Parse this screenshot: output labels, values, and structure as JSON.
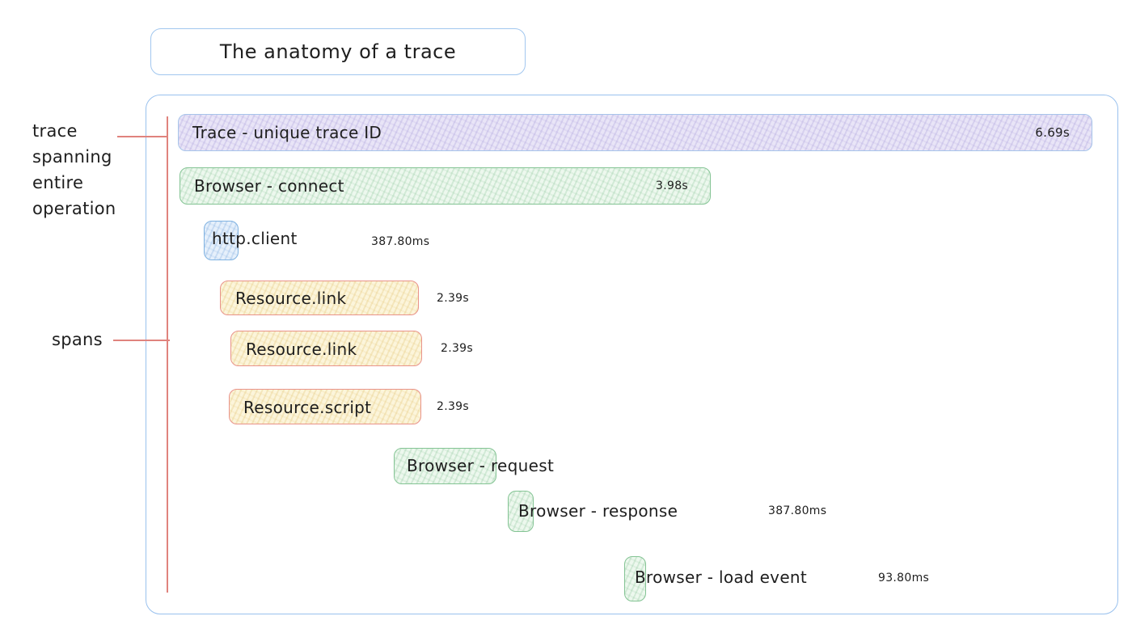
{
  "page": {
    "title_label": "The anatomy of a trace"
  },
  "annotations": {
    "trace_note": "trace\nspanning\nentire\noperation",
    "spans_note": "spans"
  },
  "spans": [
    {
      "name": "trace",
      "label": "Trace - unique trace ID",
      "duration": "6.69s",
      "variant": "purple"
    },
    {
      "name": "browser-connect",
      "label": "Browser - connect",
      "duration": "3.98s",
      "variant": "green"
    },
    {
      "name": "http-client",
      "label": "http.client",
      "duration": "387.80ms",
      "variant": "blue"
    },
    {
      "name": "resource-link-1",
      "label": "Resource.link",
      "duration": "2.39s",
      "variant": "yellow"
    },
    {
      "name": "resource-link-2",
      "label": "Resource.link",
      "duration": "2.39s",
      "variant": "yellow"
    },
    {
      "name": "resource-script",
      "label": "Resource.script",
      "duration": "2.39s",
      "variant": "yellow"
    },
    {
      "name": "browser-request",
      "label": "Browser - request",
      "duration": "",
      "variant": "green"
    },
    {
      "name": "browser-response",
      "label": "Browser - response",
      "duration": "387.80ms",
      "variant": "green"
    },
    {
      "name": "browser-load-event",
      "label": "Browser - load event",
      "duration": "93.80ms",
      "variant": "green"
    }
  ],
  "colors": {
    "container_border": "#99c1ee",
    "trace_fill": "#e9e5f7",
    "trace_border": "#a7c4ea",
    "green_fill": "#edf8ee",
    "green_border": "#84c494",
    "blue_fill": "#e6f0fb",
    "blue_border": "#7fb2e1",
    "yellow_fill": "#fcf5db",
    "yellow_border": "#e9938a",
    "annotation_line": "#e0837d",
    "text": "#1e1e1e"
  }
}
